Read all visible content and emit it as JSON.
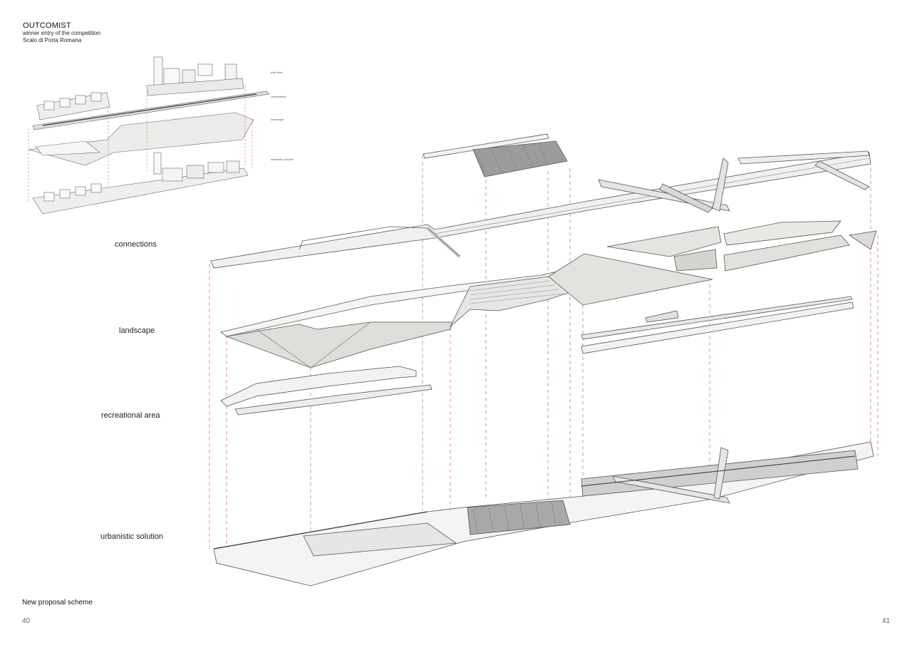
{
  "header": {
    "title": "OUTCOMIST",
    "subtitle_line1": "winner entry of the competition",
    "subtitle_line2": "Scalo di Porta Romana"
  },
  "thumbnail_labels": [
    "built area",
    "connections",
    "landscape",
    "urbanistic solution"
  ],
  "layers": [
    {
      "label": "connections"
    },
    {
      "label": "landscape"
    },
    {
      "label": "recreational area"
    },
    {
      "label": "urbanistic solution"
    }
  ],
  "caption": "New proposal scheme",
  "page_numbers": {
    "left": "40",
    "right": "41"
  },
  "colors": {
    "guide_line": "#d9796b",
    "surface": "#e9e9e6",
    "outline": "#555555"
  }
}
